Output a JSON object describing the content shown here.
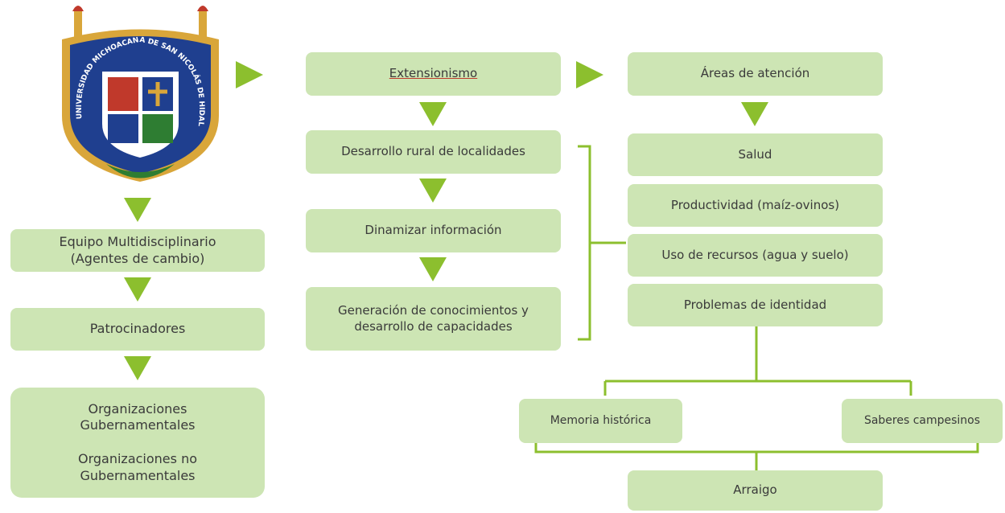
{
  "logo": {
    "text": "UNIVERSIDAD MICHOACANA DE SAN NICOLÁS DE HIDALGO",
    "colors": {
      "blue": "#1f3f8f",
      "gold": "#d9a63a",
      "red": "#c0392b",
      "green": "#2e7d32"
    }
  },
  "left_column": {
    "equipo": "Equipo Multidisciplinario\n(Agentes de cambio)",
    "patrocinadores": "Patrocinadores",
    "organizaciones": "Organizaciones\nGubernamentales\n\nOrganizaciones no\nGubernamentales"
  },
  "middle_column": {
    "extensionismo": "Extensionismo",
    "desarrollo_rural": "Desarrollo rural de  localidades",
    "dinamizar": "Dinamizar información",
    "generacion": "Generación de conocimientos y\ndesarrollo de capacidades"
  },
  "right_column": {
    "areas": "Áreas de atención",
    "salud": "Salud",
    "productividad": "Productividad (maíz-ovinos)",
    "uso_recursos": "Uso de recursos (agua y suelo)",
    "identidad": "Problemas de identidad",
    "memoria": "Memoria histórica",
    "saberes": "Saberes campesinos",
    "arraigo": "Arraigo"
  },
  "colors": {
    "box_fill": "#cde5b4",
    "arrow": "#8cbf2e",
    "connector": "#8cbf2e"
  }
}
